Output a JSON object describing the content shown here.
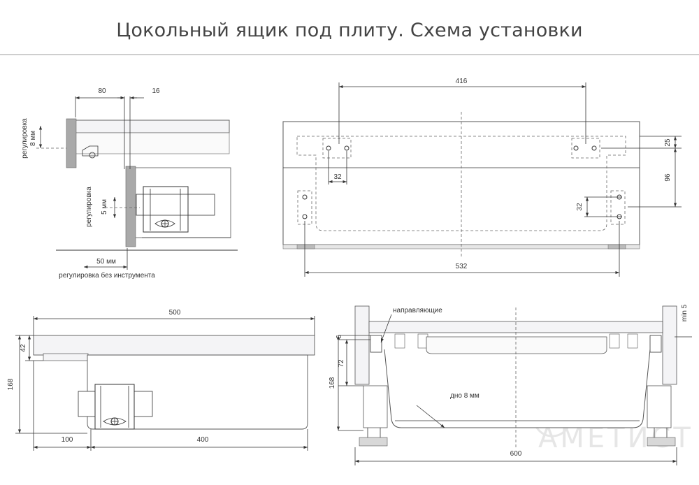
{
  "title": "Цокольный ящик под плиту. Схема установки",
  "colors": {
    "line": "#333333",
    "panel": "#f4f4f6",
    "gray_block": "#a9a9a9",
    "title_rule": "#9a9a9a",
    "watermark": "#e6e6e6"
  },
  "view_side": {
    "dim_80": "80",
    "dim_16": "16",
    "adj_8_label": "регулировка",
    "adj_8_value": "8 мм",
    "adj_5_label": "регулировка",
    "adj_5_value": "5 мм",
    "dim_50": "50 мм",
    "tool_free_label": "регулировка без инструмента"
  },
  "view_front": {
    "dim_416": "416",
    "dim_532": "532",
    "dim_25": "25",
    "dim_96": "96",
    "dim_32_left": "32",
    "dim_32_right": "32"
  },
  "view_length": {
    "dim_500": "500",
    "dim_42": "42",
    "dim_168": "168",
    "dim_100": "100",
    "dim_400": "400"
  },
  "view_section": {
    "guides_label": "направляющие",
    "min_label": "min 5",
    "dim_6": "6",
    "dim_72": "72",
    "dim_168": "168",
    "bottom_label": "дно 8 мм",
    "dim_600": "600",
    "watermark_text": "АМЕТИСТ"
  }
}
